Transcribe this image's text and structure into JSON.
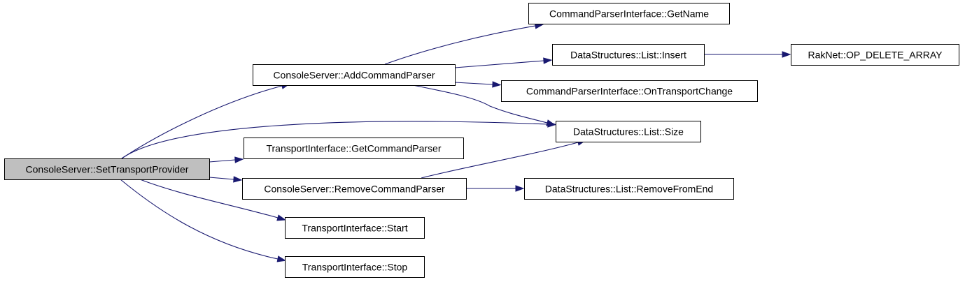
{
  "diagram": {
    "colors": {
      "edge": "#191970",
      "root_fill": "#bfbfbf",
      "node_fill": "#ffffff",
      "border": "#000000"
    },
    "nodes": [
      {
        "id": "set_transport_provider",
        "label": "ConsoleServer::SetTransportProvider",
        "root": true
      },
      {
        "id": "add_command_parser",
        "label": "ConsoleServer::AddCommandParser"
      },
      {
        "id": "get_name",
        "label": "CommandParserInterface::GetName"
      },
      {
        "id": "list_insert",
        "label": "DataStructures::List::Insert"
      },
      {
        "id": "op_delete_array",
        "label": "RakNet::OP_DELETE_ARRAY"
      },
      {
        "id": "on_transport_change",
        "label": "CommandParserInterface::OnTransportChange"
      },
      {
        "id": "list_size",
        "label": "DataStructures::List::Size"
      },
      {
        "id": "get_command_parser",
        "label": "TransportInterface::GetCommandParser"
      },
      {
        "id": "remove_command_parser",
        "label": "ConsoleServer::RemoveCommandParser"
      },
      {
        "id": "list_remove_from_end",
        "label": "DataStructures::List::RemoveFromEnd"
      },
      {
        "id": "transport_start",
        "label": "TransportInterface::Start"
      },
      {
        "id": "transport_stop",
        "label": "TransportInterface::Stop"
      }
    ],
    "edges": [
      {
        "from": "set_transport_provider",
        "to": "add_command_parser"
      },
      {
        "from": "set_transport_provider",
        "to": "list_size"
      },
      {
        "from": "set_transport_provider",
        "to": "get_command_parser"
      },
      {
        "from": "set_transport_provider",
        "to": "remove_command_parser"
      },
      {
        "from": "set_transport_provider",
        "to": "transport_start"
      },
      {
        "from": "set_transport_provider",
        "to": "transport_stop"
      },
      {
        "from": "add_command_parser",
        "to": "get_name"
      },
      {
        "from": "add_command_parser",
        "to": "list_insert"
      },
      {
        "from": "add_command_parser",
        "to": "on_transport_change"
      },
      {
        "from": "add_command_parser",
        "to": "list_size"
      },
      {
        "from": "list_insert",
        "to": "op_delete_array"
      },
      {
        "from": "remove_command_parser",
        "to": "list_size"
      },
      {
        "from": "remove_command_parser",
        "to": "list_remove_from_end"
      }
    ]
  }
}
